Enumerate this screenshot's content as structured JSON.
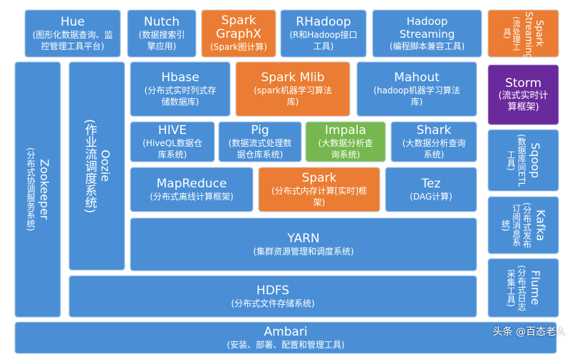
{
  "colors": {
    "blue": "#4a8fd6",
    "orange": "#ea7d33",
    "green": "#76b84f",
    "purple": "#6a2a9b"
  },
  "top": {
    "hue": {
      "title": "Hue",
      "sub": "(图形化数据查询、监控管理工具平台)"
    },
    "nutch": {
      "title": "Nutch",
      "sub": "(数据搜索引擎应用)"
    },
    "graphx": {
      "title": "Spark GraphX",
      "sub": "(Spark图计算)"
    },
    "rhadoop": {
      "title": "RHadoop",
      "sub": "(R和Hadoop接口工具)"
    },
    "streaming": {
      "title": "Hadoop Streaming",
      "sub": "(编程脚本兼容工具)"
    },
    "sparkstreaming": {
      "title": "Spark Streaming",
      "sub": "(流处理工具)"
    }
  },
  "left": {
    "zookeeper": {
      "title": "Zookeeper",
      "sub": "(分布式协调服务系统)"
    },
    "oozie": {
      "title": "Oozie",
      "sub": "(作业流调度系统)"
    }
  },
  "center": {
    "hbase": {
      "title": "Hbase",
      "sub": "(分布式实时列式存储数据库)"
    },
    "mllib": {
      "title": "Spark Mlib",
      "sub": "(spark机器学习算法库)"
    },
    "mahout": {
      "title": "Mahout",
      "sub": "(hadoop机器学习算法库)"
    },
    "hive": {
      "title": "HIVE",
      "sub": "(HiveQL数据仓库系统)"
    },
    "pig": {
      "title": "Pig",
      "sub": "(数据流式处理数据仓库系统)"
    },
    "impala": {
      "title": "Impala",
      "sub": "(大数据分析查询系统)"
    },
    "shark": {
      "title": "Shark",
      "sub": "(大数据分析查询系统)"
    },
    "mapreduce": {
      "title": "MapReduce",
      "sub": "(分布式离线计算框架)"
    },
    "spark": {
      "title": "Spark",
      "sub": "(分布式内存计算[实时]框架)"
    },
    "tez": {
      "title": "Tez",
      "sub": "(DAG计算)"
    },
    "yarn": {
      "title": "YARN",
      "sub": "(集群资源管理和调度系统)"
    },
    "hdfs": {
      "title": "HDFS",
      "sub": "(分布式文件存储系统)"
    },
    "ambari": {
      "title": "Ambari",
      "sub": "(安装、部署、配置和管理工具)"
    }
  },
  "right": {
    "storm": {
      "title": "Storm",
      "sub": "(流式实时计算框架)"
    },
    "sqoop": {
      "title": "Sqoop",
      "sub": "(数据库间ETL工具)"
    },
    "kafka": {
      "title": "Kafka",
      "sub": "(分布式发布订阅消息系统)"
    },
    "flume": {
      "title": "Flume",
      "sub": "(分布式日志采集工具)"
    }
  },
  "watermark": "头条 @百态老人"
}
